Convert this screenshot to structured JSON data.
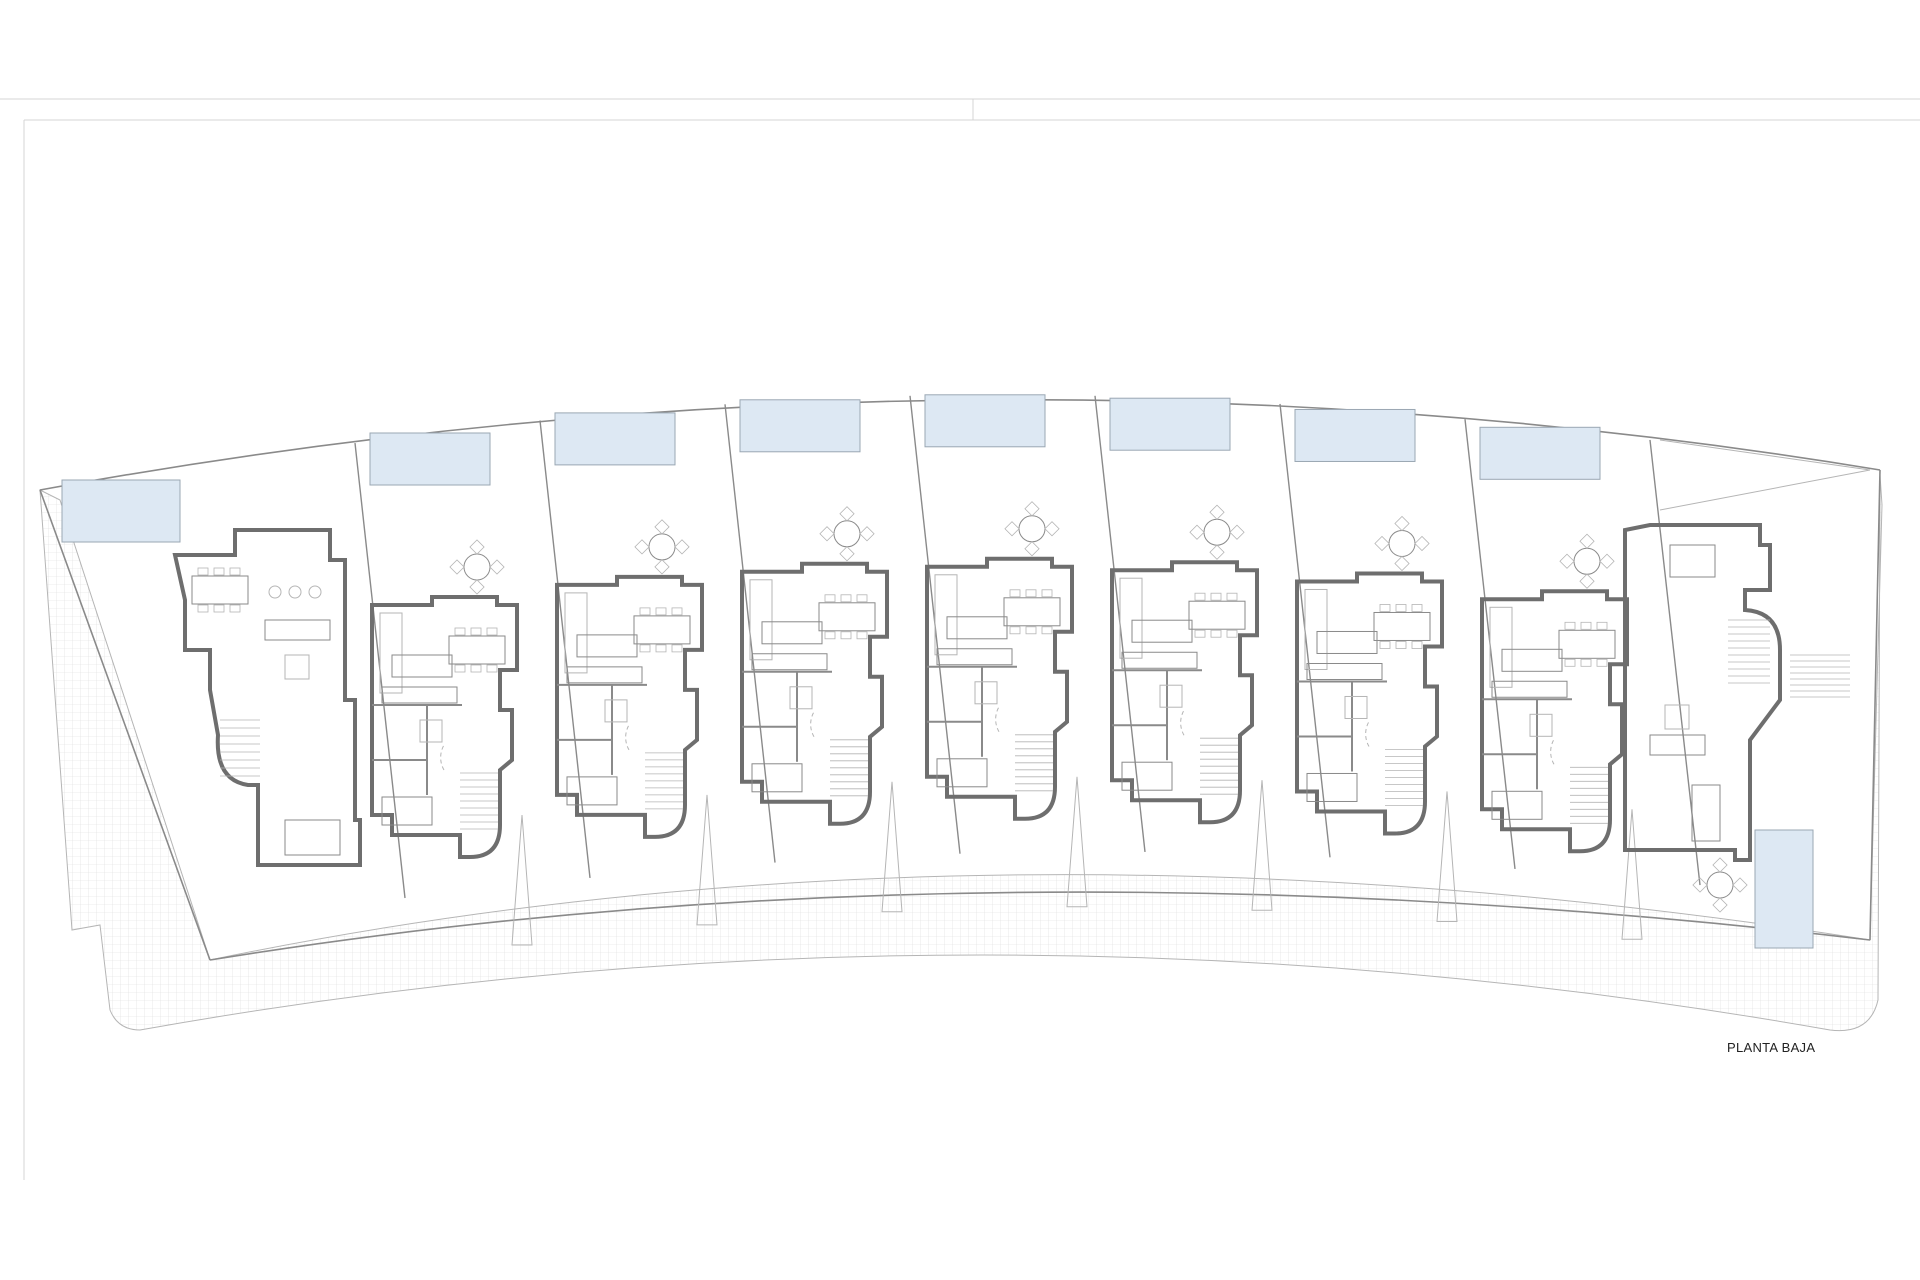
{
  "drawing": {
    "label": "PLANTA BAJA",
    "colors": {
      "wall": "#6e6e6e",
      "line": "#8a8a8a",
      "thin": "#b5b5b5",
      "pool": "#dde8f3",
      "pool_stroke": "#9aa7b3",
      "paving": "#d9d9d9"
    },
    "units": [
      {
        "name": "house-1",
        "pool": true
      },
      {
        "name": "house-2",
        "pool": true
      },
      {
        "name": "house-3",
        "pool": true
      },
      {
        "name": "house-4",
        "pool": true
      },
      {
        "name": "house-5",
        "pool": true
      },
      {
        "name": "house-6",
        "pool": true
      },
      {
        "name": "house-7",
        "pool": true
      },
      {
        "name": "house-8",
        "pool": true
      },
      {
        "name": "house-9",
        "pool": true
      }
    ]
  }
}
